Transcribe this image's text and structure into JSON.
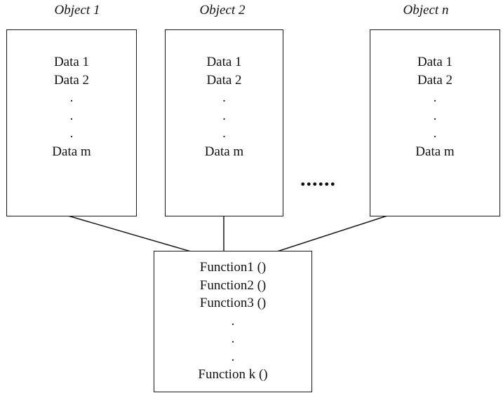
{
  "objects": [
    {
      "title": "Object 1",
      "items": [
        "Data 1",
        "Data 2",
        ".",
        ".",
        ".",
        "Data m"
      ]
    },
    {
      "title": "Object 2",
      "items": [
        "Data 1",
        "Data 2",
        ".",
        ".",
        ".",
        "Data m"
      ]
    },
    {
      "title": "Object n",
      "items": [
        "Data 1",
        "Data 2",
        ".",
        ".",
        ".",
        "Data m"
      ]
    }
  ],
  "ellipsis": "......",
  "functions": {
    "items": [
      "Function1 ()",
      "Function2 ()",
      "Function3 ()",
      ".",
      ".",
      ".",
      "Function k ()"
    ]
  },
  "colors": {
    "line": "#1a1a1a",
    "text": "#111111",
    "background": "#ffffff"
  }
}
